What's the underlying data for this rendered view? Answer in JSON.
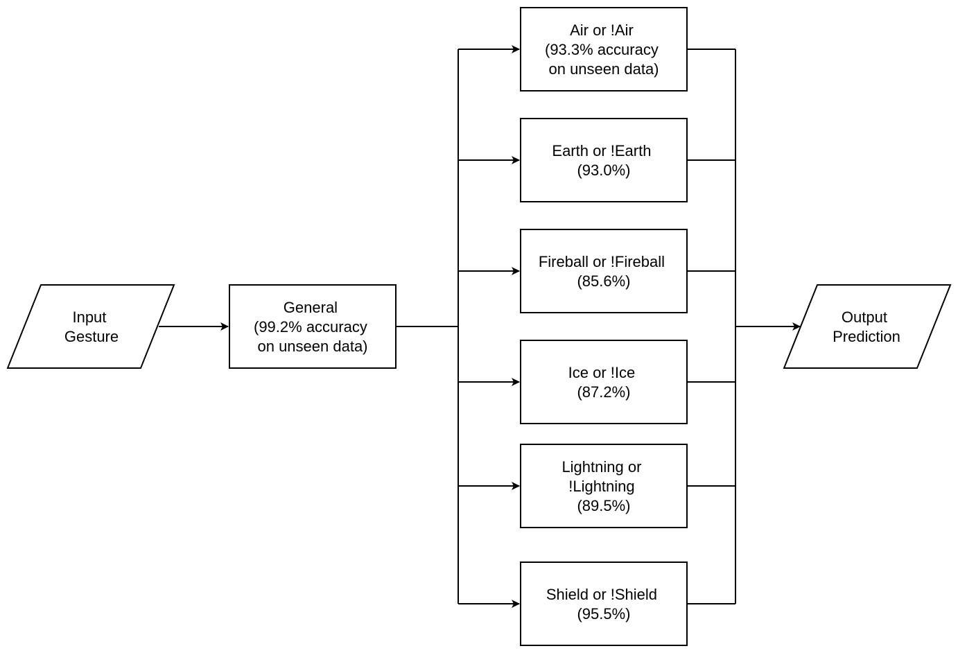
{
  "input": {
    "lines": [
      "Input",
      "Gesture"
    ]
  },
  "general": {
    "lines": [
      "General",
      "(99.2% accuracy",
      "on unseen data)"
    ]
  },
  "classifiers": [
    {
      "id": "air",
      "lines": [
        "Air or !Air",
        "(93.3% accuracy",
        "on unseen data)"
      ]
    },
    {
      "id": "earth",
      "lines": [
        "Earth or !Earth",
        "(93.0%)"
      ]
    },
    {
      "id": "fireball",
      "lines": [
        "Fireball or !Fireball",
        "(85.6%)"
      ]
    },
    {
      "id": "ice",
      "lines": [
        "Ice or !Ice",
        "(87.2%)"
      ]
    },
    {
      "id": "lightning",
      "lines": [
        "Lightning or",
        "!Lightning",
        "(89.5%)"
      ]
    },
    {
      "id": "shield",
      "lines": [
        "Shield or !Shield",
        "(95.5%)"
      ]
    }
  ],
  "output": {
    "lines": [
      "Output",
      "Prediction"
    ]
  }
}
